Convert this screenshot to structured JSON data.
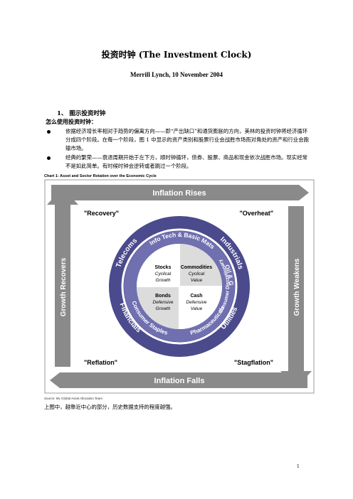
{
  "doc": {
    "title": "投资时钟  (The Investment Clock)",
    "subtitle": "Merrill Lynch, 10 November 2004",
    "section_heading": "1、 图示投资时钟",
    "sub_heading": "怎么使用投资时钟：",
    "bullets": [
      "依据经济增长率相对于趋势的偏离方向——即“产出缺口”和通货膨胀的方向，美林的投资时钟将经济循环分成四个阶段。在每一个阶段，图 1 中显示的资产类别和股票行业会战胜市场而对角处的资产和行业会跑输市场。",
      "经典的繁荣——衰退周期开始于左下方，顺时钟循环，债券、股票、商品和现金依次战胜市场。现实经常不是如此简单。有时候时钟会逆转或者跳过一个阶段。"
    ],
    "note": "上图中，越靠近中心的部分，历史数据支持的程度越强。",
    "page_number": "1"
  },
  "chart": {
    "caption": "Chart 1: Asset and Sector Rotation over the Economic Cycle",
    "source": "Source: ML Global Asset Allocation Team",
    "arrows": {
      "top": "Inflation Rises",
      "bottom": "Inflation Falls",
      "left": "Growth Recovers",
      "right": "Growth Weakens"
    },
    "phases": {
      "top_left": "\"Recovery\"",
      "top_right": "\"Overheat\"",
      "bottom_left": "\"Reflation\"",
      "bottom_right": "\"Stagflation\""
    },
    "outer_ring": [
      "Telecoms",
      "Industrials",
      "Utilities",
      "Financials"
    ],
    "inner_ring": [
      "Info Tech & Basic Mats",
      "Oil & Gas",
      "Pharmaceuticals",
      "Consumer Staples",
      "Consumer Discretionary"
    ],
    "quadrants": {
      "top_left": {
        "asset": "Stocks",
        "line1": "Cyclical",
        "line2": "Growth"
      },
      "top_right": {
        "asset": "Commodities",
        "line1": "Cyclical",
        "line2": "Value"
      },
      "bottom_left": {
        "asset": "Bonds",
        "line1": "Defensive",
        "line2": "Growth"
      },
      "bottom_right": {
        "asset": "Cash",
        "line1": "Defensive",
        "line2": "Value"
      }
    },
    "colors": {
      "arrow": "#8a8a8a",
      "outer_ring": "#4a4a8c",
      "inner_ring": "#7070b0",
      "quad_light": "#ffffff",
      "quad_shade": "#dcdcdc"
    }
  }
}
